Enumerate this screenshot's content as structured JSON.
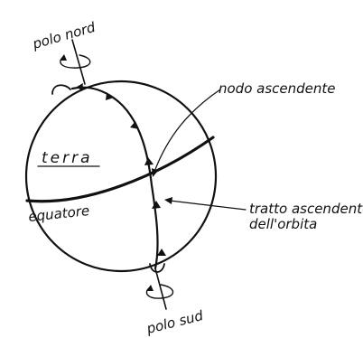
{
  "labels": {
    "north_pole": "polo nord",
    "south_pole": "polo sud",
    "earth": "terra",
    "equator": "equatore",
    "ascending_node": "nodo ascendente",
    "ascending_arc_line1": "tratto ascendente",
    "ascending_arc_line2": "dell'orbita"
  },
  "colors": {
    "ink": "#111111",
    "background": "#ffffff"
  }
}
